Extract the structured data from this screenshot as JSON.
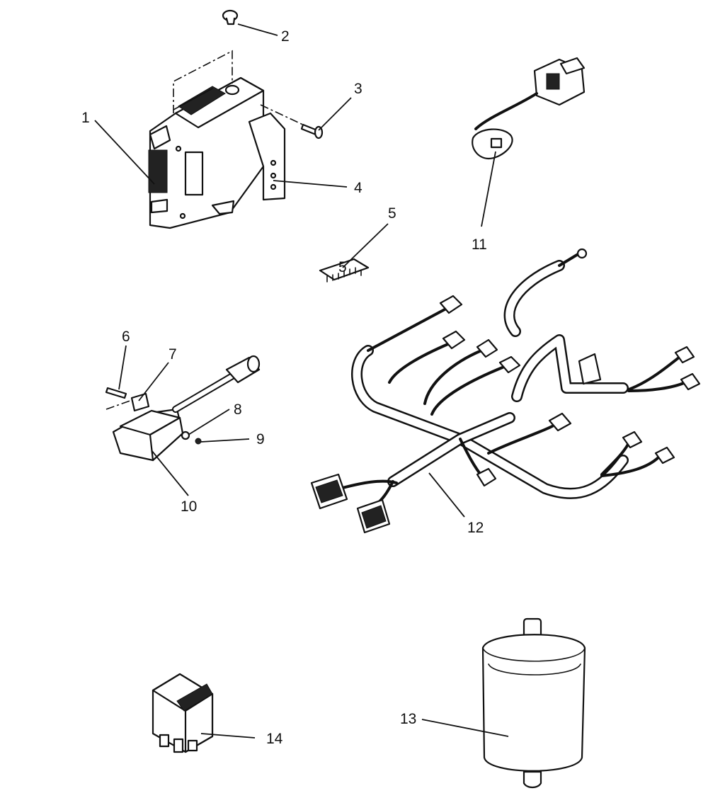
{
  "callouts": {
    "c1": "1",
    "c2": "2",
    "c3": "3",
    "c4": "4",
    "c5": "5",
    "c6": "6",
    "c7": "7",
    "c8": "8",
    "c9": "9",
    "c10": "10",
    "c11": "11",
    "c12": "12",
    "c13": "13",
    "c14": "14"
  },
  "chip_mark": "5"
}
